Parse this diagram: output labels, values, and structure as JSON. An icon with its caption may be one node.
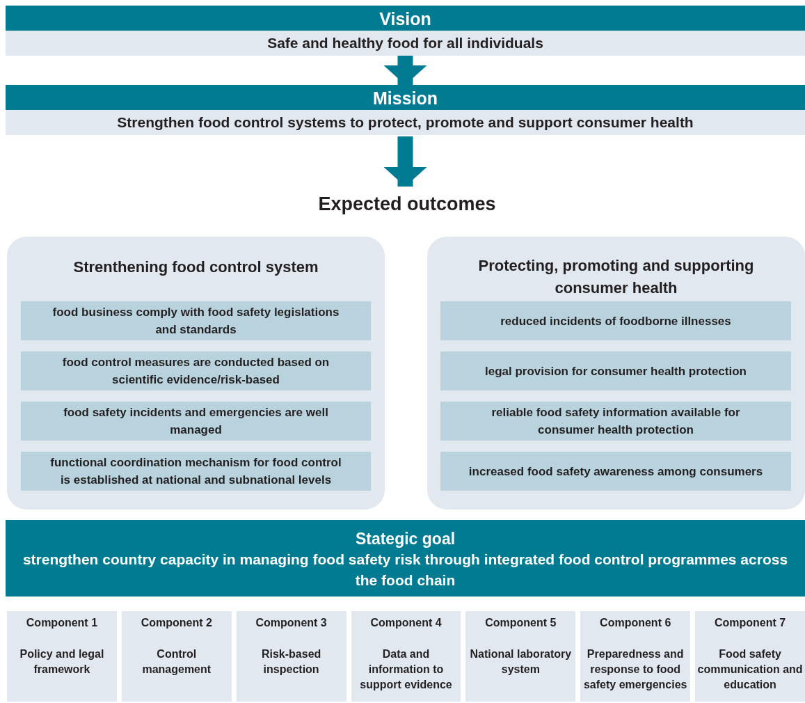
{
  "diagram": {
    "nodes": [
      {
        "text": [
          "Vision",
          "Safe and healthy food for all individuals"
        ]
      },
      {
        "text": [
          "Mission",
          "Strengthen food control systems to protect, promote and support consumer health"
        ]
      },
      {
        "text": [
          "Expected outcomes"
        ]
      },
      {
        "text": [
          "Strenthening food control system"
        ]
      },
      {
        "text": [
          "food business comply with food safety legislations and standards"
        ],
        "in": 3
      },
      {
        "text": [
          "food control measures are conducted based on scientific evidence/risk-based"
        ],
        "in": 3
      },
      {
        "text": [
          "food safety incidents and emergencies are well managed"
        ],
        "in": 3
      },
      {
        "text": [
          "functional coordination mechanism for food control is established at national and subnational levels"
        ],
        "in": 3
      },
      {
        "text": [
          "Protecting, promoting and supporting consumer health"
        ]
      },
      {
        "text": [
          "reduced incidents of foodborne illnesses"
        ],
        "in": 8
      },
      {
        "text": [
          "legal provision for consumer health protection"
        ],
        "in": 8
      },
      {
        "text": [
          "reliable food safety information available for consumer health protection"
        ],
        "in": 8
      },
      {
        "text": [
          "increased food safety awareness among consumers"
        ],
        "in": 8
      },
      {
        "text": [
          "Stategic goal",
          "strengthen country capacity in managing food safety risk through integrated food control programmes across the food chain"
        ]
      },
      {
        "text": [
          "Component 1",
          "Policy and legal framework"
        ]
      },
      {
        "text": [
          "Component 2",
          "Control management"
        ]
      },
      {
        "text": [
          "Component 3",
          "Risk-based inspection"
        ]
      },
      {
        "text": [
          "Component 4",
          "Data and information to support evidence"
        ]
      },
      {
        "text": [
          "Component 5",
          "National laboratory system"
        ]
      },
      {
        "text": [
          "Component 6",
          "Preparedness and response to food safety emergencies"
        ]
      },
      {
        "text": [
          "Component 7",
          "Food safety communication and education"
        ]
      }
    ],
    "edges": [
      {
        "from": 0,
        "to": 1,
        "arrow": "to"
      },
      {
        "from": 1,
        "to": 2,
        "arrow": "to"
      }
    ]
  }
}
